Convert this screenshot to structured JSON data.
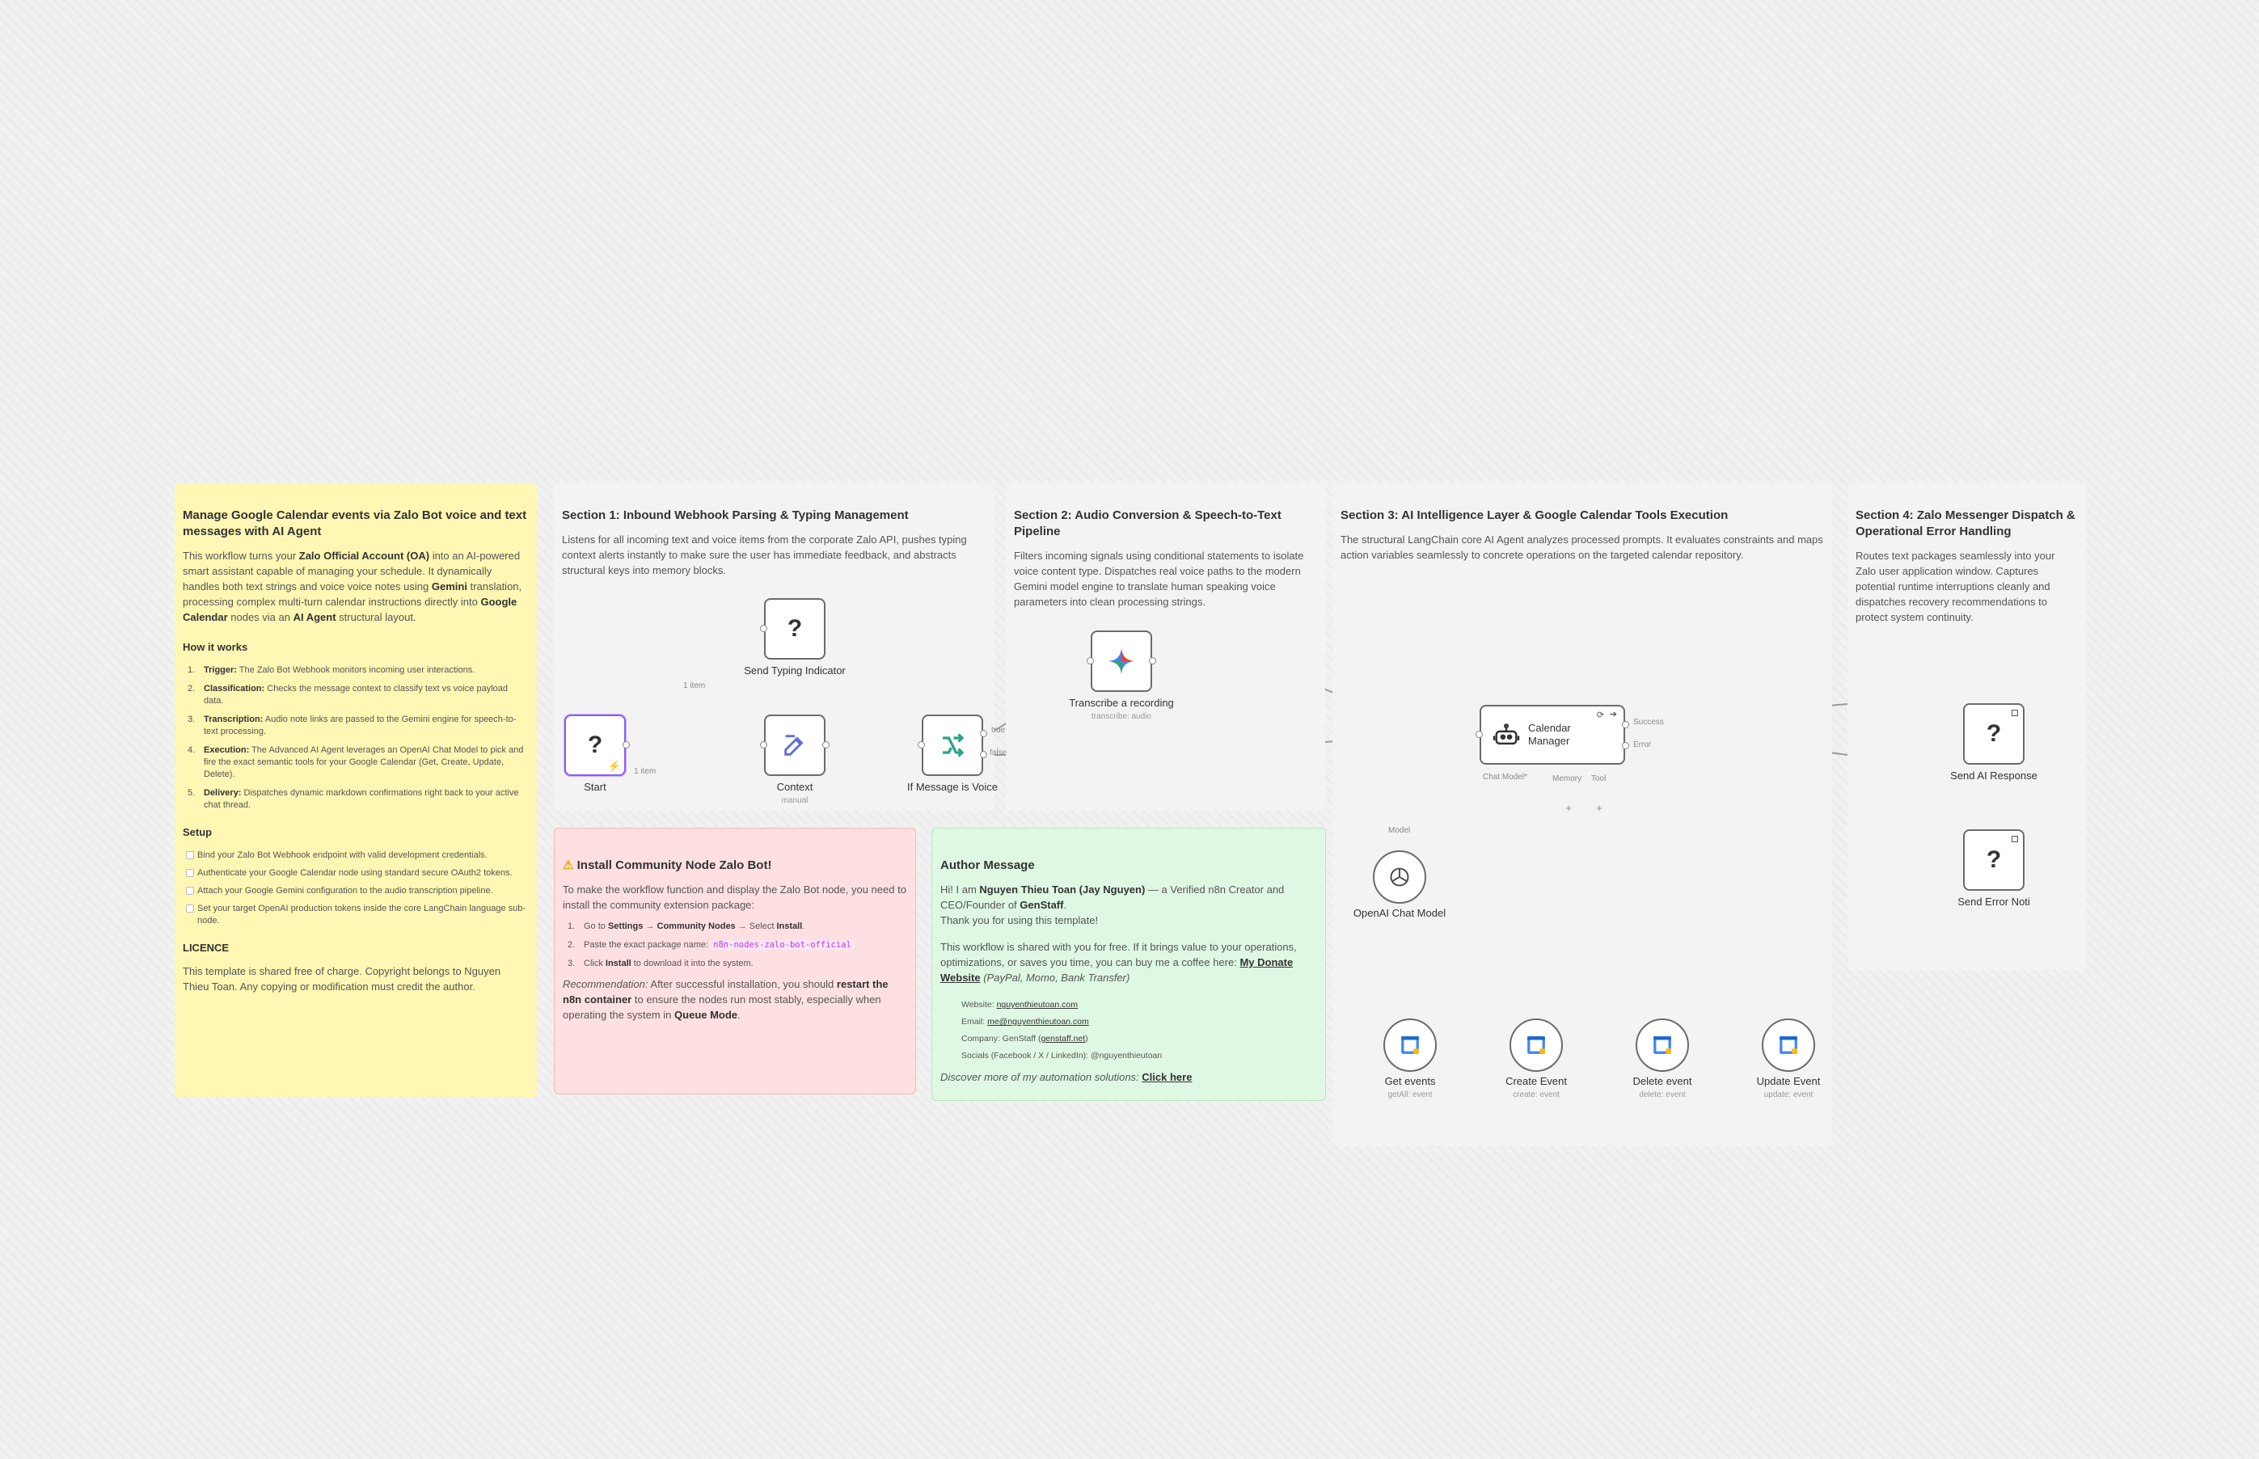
{
  "colors": {
    "canvas_bg": "#f1f1f1",
    "note_yellow": "#fff7b3",
    "note_gray": "#f3f3f3",
    "note_pink": "#ffe0e2",
    "note_green": "#dff8e3",
    "selected_node": "#8b5cf6",
    "gemini_accent": "#4285f4"
  },
  "intro": {
    "title": "Manage Google Calendar events via Zalo Bot voice and text messages with AI Agent",
    "p1": "This workflow turns your ",
    "p1_b1": "Zalo Official Account (OA)",
    "p1_2": " into an AI-powered smart assistant capable of managing your schedule. It dynamically handles both text strings and voice voice notes using ",
    "p1_b2": "Gemini",
    "p1_3": " translation, processing complex multi-turn calendar instructions directly into ",
    "p1_b3": "Google Calendar",
    "p1_4": " nodes via an ",
    "p1_b4": "AI Agent",
    "p1_5": " structural layout.",
    "how_title": "How it works",
    "how": [
      {
        "n": "1.",
        "b": "Trigger:",
        "t": " The Zalo Bot Webhook monitors incoming user interactions."
      },
      {
        "n": "2.",
        "b": "Classification:",
        "t": " Checks the message context to classify text vs voice payload data."
      },
      {
        "n": "3.",
        "b": "Transcription:",
        "t": " Audio note links are passed to the Gemini engine for speech-to-text processing."
      },
      {
        "n": "4.",
        "b": "Execution:",
        "t": " The Advanced AI Agent leverages an OpenAI Chat Model to pick and fire the exact semantic tools for your Google Calendar (Get, Create, Update, Delete)."
      },
      {
        "n": "5.",
        "b": "Delivery:",
        "t": " Dispatches dynamic markdown confirmations right back to your active chat thread."
      }
    ],
    "setup_title": "Setup",
    "setup": [
      "Bind your Zalo Bot Webhook endpoint with valid development credentials.",
      "Authenticate your Google Calendar node using standard secure OAuth2 tokens.",
      "Attach your Google Gemini configuration to the audio transcription pipeline.",
      "Set your target OpenAI production tokens inside the core LangChain language sub-node."
    ],
    "licence_title": "LICENCE",
    "licence": "This template is shared free of charge. Copyright belongs to Nguyen Thieu Toan. Any copying or modification must credit the author."
  },
  "sections": {
    "s1": {
      "title": "Section 1: Inbound Webhook Parsing & Typing Management",
      "text": "Listens for all incoming text and voice items from the corporate Zalo API, pushes typing context alerts instantly to make sure the user has immediate feedback, and abstracts structural keys into memory blocks."
    },
    "s2": {
      "title": "Section 2: Audio Conversion & Speech-to-Text Pipeline",
      "text": "Filters incoming signals using conditional statements to isolate voice content type. Dispatches real voice paths to the modern Gemini model engine to translate human speaking voice parameters into clean processing strings."
    },
    "s3": {
      "title": "Section 3: AI Intelligence Layer & Google Calendar Tools Execution",
      "text": "The structural LangChain core AI Agent analyzes processed prompts. It evaluates constraints and maps action variables seamlessly to concrete operations on the targeted calendar repository."
    },
    "s4": {
      "title": "Section 4: Zalo Messenger Dispatch & Operational Error Handling",
      "text": "Routes text packages seamlessly into your Zalo user application window. Captures potential runtime interruptions cleanly and dispatches recovery recommendations to protect system continuity."
    }
  },
  "install": {
    "title": "Install Community Node Zalo Bot!",
    "intro": "To make the workflow function and display the Zalo Bot node, you need to install the community extension package:",
    "step1_pre": "Go to ",
    "step1_b1": "Settings",
    "step1_mid": " → ",
    "step1_b2": "Community Nodes",
    "step1_post": " → Select ",
    "step1_b3": "Install",
    "step1_end": ".",
    "step2_pre": "Paste the exact package name: ",
    "step2_code": "n8n-nodes-zalo-bot-official",
    "step3_pre": "Click ",
    "step3_b": "Install",
    "step3_post": " to download it into the system.",
    "rec_label": "Recommendation:",
    "rec_1": " After successful installation, you should ",
    "rec_b1": "restart the n8n container",
    "rec_2": " to ensure the nodes run most stably, especially when operating the system in ",
    "rec_b2": "Queue Mode",
    "rec_3": "."
  },
  "author": {
    "title": "Author Message",
    "p1_pre": "Hi! I am ",
    "p1_name": "Nguyen Thieu Toan (Jay Nguyen)",
    "p1_mid": " — a Verified n8n Creator and CEO/Founder of ",
    "p1_company": "GenStaff",
    "p1_end": ".",
    "p1_thanks": "Thank you for using this template!",
    "p2": "This workflow is shared with you for free. If it brings value to your operations, optimizations, or saves you time, you can buy me a coffee here: ",
    "p2_link": "My Donate Website",
    "p2_tail": " (PayPal, Momo, Bank Transfer)",
    "website_label": "Website: ",
    "website": "nguyenthieutoan.com",
    "email_label": "Email: ",
    "email": "me@nguyenthieutoan.com",
    "company_label": "Company: GenStaff (",
    "company_link": "genstaff.net",
    "company_end": ")",
    "socials": "Socials (Facebook / X / LinkedIn): @nguyenthieutoan",
    "discover": "Discover more of my automation solutions: ",
    "discover_link": "Click here"
  },
  "nodes": {
    "start": {
      "label": "Start",
      "icon": "question-icon"
    },
    "typing": {
      "label": "Send Typing Indicator",
      "icon": "question-icon"
    },
    "context": {
      "label": "Context",
      "sub": "manual",
      "icon": "edit-icon"
    },
    "if_voice": {
      "label": "If Message is Voice",
      "icon": "branch-icon"
    },
    "transcribe": {
      "label": "Transcribe a recording",
      "sub": "transcribe: audio",
      "icon": "gemini-icon"
    },
    "agent": {
      "label": "Calendar Manager",
      "icon": "robot-icon"
    },
    "openai": {
      "label": "OpenAI Chat Model",
      "icon": "openai-icon"
    },
    "get_events": {
      "label": "Get events",
      "sub": "getAll: event",
      "icon": "google-calendar-icon"
    },
    "create_event": {
      "label": "Create Event",
      "sub": "create: event",
      "icon": "google-calendar-icon"
    },
    "delete_event": {
      "label": "Delete event",
      "sub": "delete: event",
      "icon": "google-calendar-icon"
    },
    "update_event": {
      "label": "Update Event",
      "sub": "update: event",
      "icon": "google-calendar-icon"
    },
    "send_ai": {
      "label": "Send AI Response",
      "icon": "question-icon"
    },
    "send_error": {
      "label": "Send Error Noti",
      "icon": "question-icon"
    }
  },
  "edges": {
    "item_1a": "1 item",
    "item_1b": "1 item",
    "true_label": "true",
    "false_label": "false",
    "success_label": "Success",
    "error_label": "Error",
    "chat_model": "Chat Model*",
    "memory": "Memory",
    "tool": "Tool",
    "model": "Model"
  }
}
